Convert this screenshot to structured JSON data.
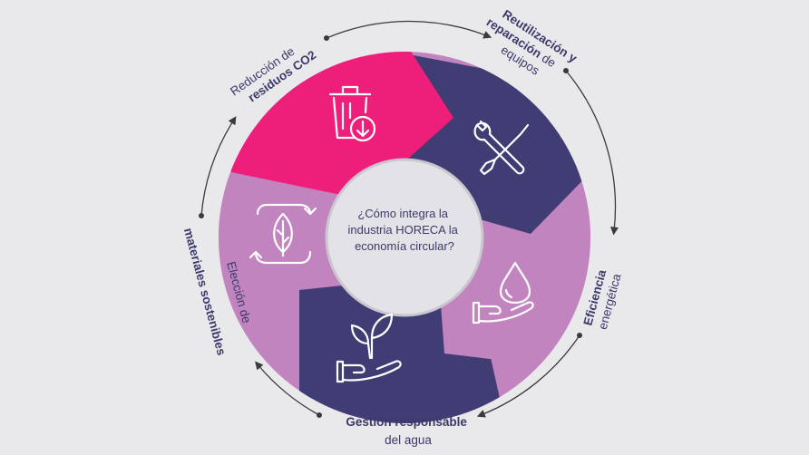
{
  "center": {
    "lines": [
      "¿Cómo integra la",
      "industria HORECA la",
      "economía circular?"
    ]
  },
  "segments": [
    {
      "key": "reduccion",
      "light": "Reducción de",
      "bold": "residuos CO2",
      "icon": "trash-recycle-icon",
      "color": "#ee1f7b"
    },
    {
      "key": "reutilizacion",
      "bold1": "Reutilización y",
      "bold2": "reparación",
      "light2": " de",
      "light3": "equipos",
      "icon": "wrench-screwdriver-icon",
      "color": "#3f3d73"
    },
    {
      "key": "eficiencia",
      "bold": "Eficiencia",
      "light": "energética",
      "icon": "water-drop-hand-icon",
      "color": "#c184bf"
    },
    {
      "key": "gestion",
      "bold": "Gestión responsable",
      "light": "del agua",
      "icon": "plant-hand-icon",
      "color": "#3f3d73"
    },
    {
      "key": "eleccion",
      "light": "Elección de",
      "bold": "materiales sostenibles",
      "icon": "leaf-cycle-icon",
      "color": "#c184bf"
    }
  ],
  "colors": {
    "background": "#e9e8ea",
    "text": "#3b3a6b",
    "pink": "#ee1f7b",
    "navy": "#3f3d73",
    "lilac": "#c184bf"
  }
}
